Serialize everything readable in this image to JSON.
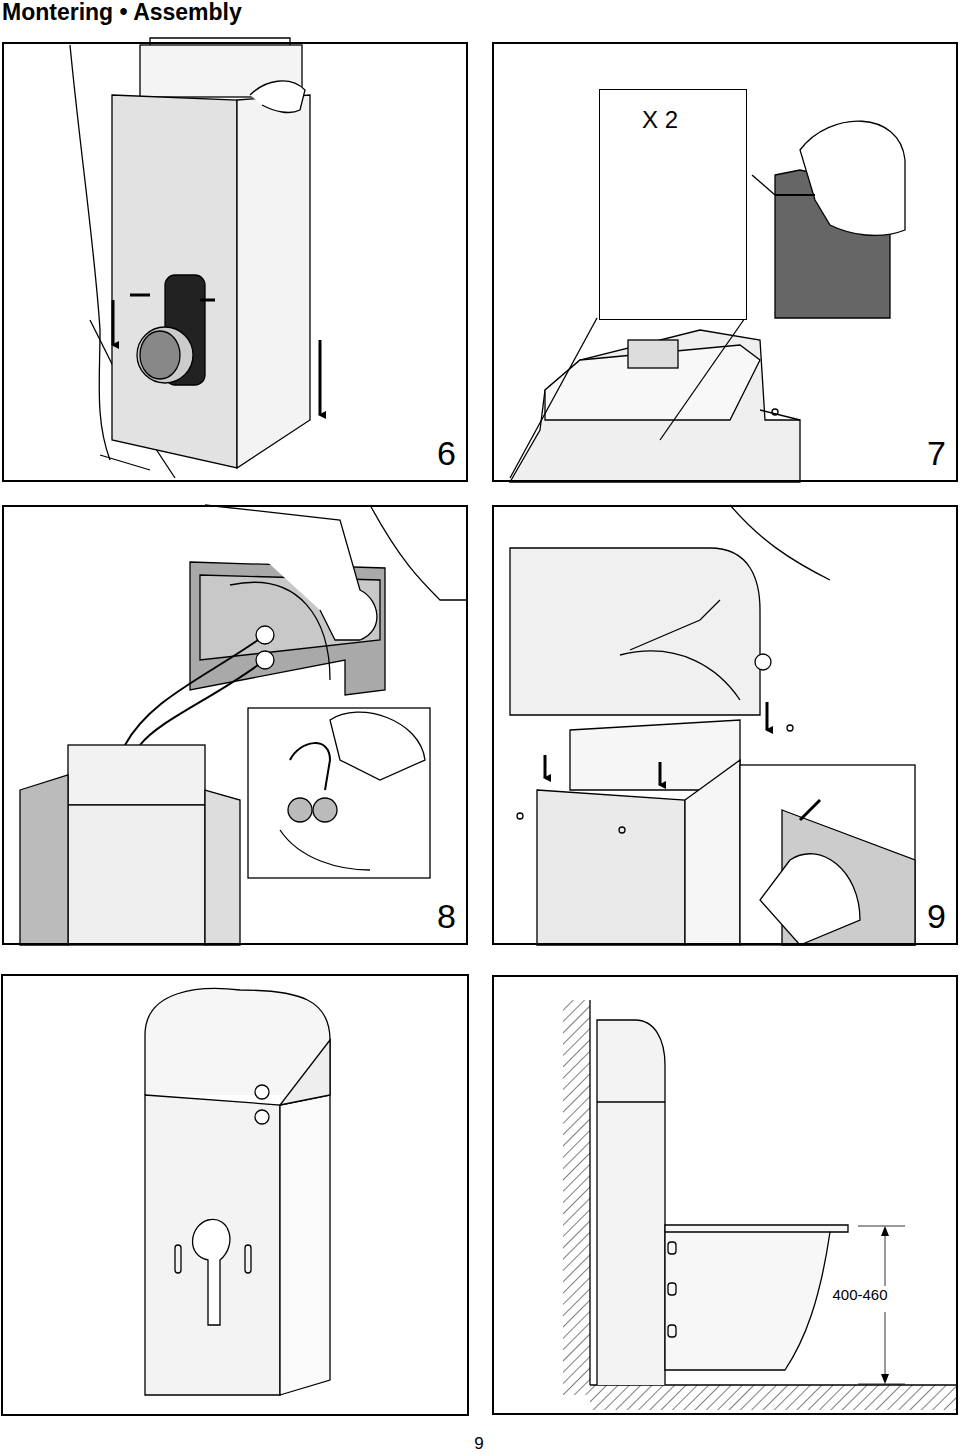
{
  "diagram": {
    "title": "Montering • Assembly",
    "nodes": [
      {
        "text": [
          "6"
        ]
      },
      {
        "text": [
          "7"
        ]
      },
      {
        "text": [
          "X 2"
        ],
        "in": 1
      },
      {
        "text": [
          "8"
        ]
      },
      {
        "text": [
          "9"
        ]
      },
      {
        "text": [
          "400-460"
        ]
      }
    ],
    "labels": [
      "9"
    ]
  }
}
